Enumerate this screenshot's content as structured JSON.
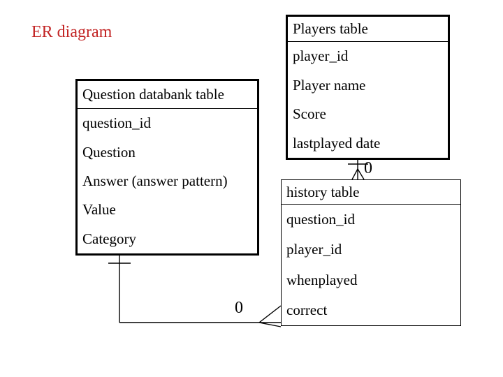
{
  "slide_title": "ER diagram",
  "colors": {
    "title_red": "#c22323",
    "line_black": "#000000",
    "background": "#ffffff"
  },
  "tables": {
    "players": {
      "title": "Players table",
      "fields": [
        "player_id",
        "Player name",
        "Score",
        "lastplayed date"
      ]
    },
    "question_databank": {
      "title": "Question databank table",
      "fields": [
        "question_id",
        "Question",
        "Answer (answer pattern)",
        "Value",
        "Category"
      ]
    },
    "history": {
      "title": "history table",
      "fields": [
        "question_id",
        "player_id",
        "whenplayed",
        "correct"
      ]
    }
  },
  "connectors": [
    {
      "from": "Players table",
      "to": "history table",
      "notation": "one-to-zero-or-many",
      "cardinality_label": "0"
    },
    {
      "from": "Question databank table",
      "to": "history table",
      "notation": "one-to-zero-or-many",
      "cardinality_label": "0"
    }
  ]
}
